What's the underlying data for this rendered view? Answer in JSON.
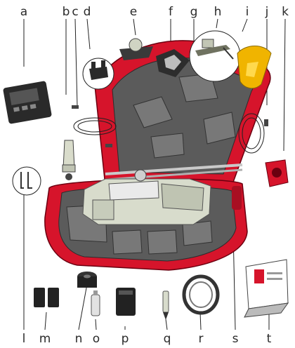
{
  "labels": {
    "top": [
      "a",
      "b",
      "c",
      "d",
      "e",
      "f",
      "g",
      "h",
      "i",
      "j",
      "k"
    ],
    "bottom": [
      "l",
      "m",
      "n",
      "o",
      "p",
      "q",
      "r",
      "s",
      "t"
    ]
  },
  "colors": {
    "case": "#d6142b",
    "foam": "#5b5b5b",
    "instrument": "#d8dccc",
    "battery_tip": "#f0b400"
  },
  "icons": {
    "a": "field-controller-icon",
    "b": "tribrach-adapter-icon",
    "c": "data-cable-icon",
    "d": "holder-bracket-icon",
    "e": "tripod-adapter-icon",
    "f": "prism-icon",
    "g": "staff-rod-icon",
    "h": "holder-clip-icon",
    "i": "battery-charger-icon",
    "j": "power-cable-icon",
    "k": "red-adapter-icon",
    "l": "allen-keys-icon",
    "m": "batteries-icon",
    "n": "spool-icon",
    "o": "usb-stick-icon",
    "p": "battery-pack-icon",
    "q": "stylus-icon",
    "r": "lens-ring-icon",
    "s": "instrument-icon",
    "t": "manual-booklet-icon"
  }
}
